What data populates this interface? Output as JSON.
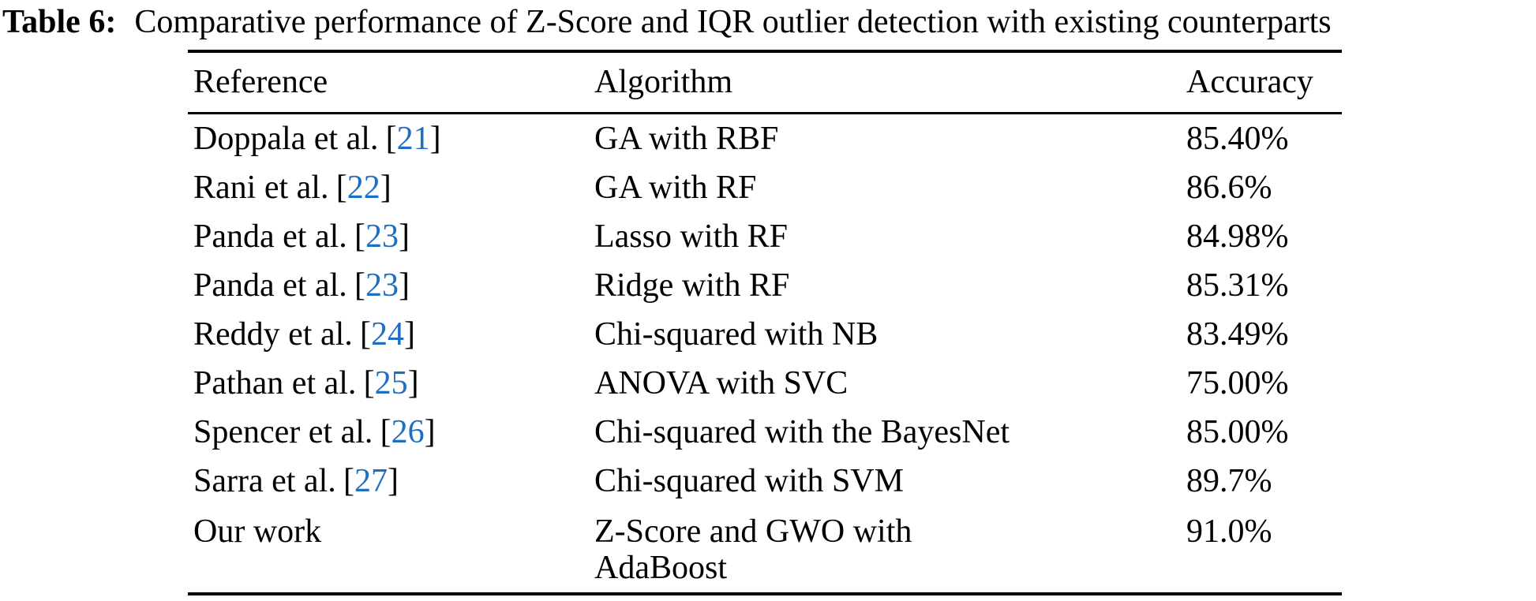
{
  "caption": {
    "label": "Table 6:",
    "text": "Comparative performance of Z-Score and IQR outlier detection with existing counterparts"
  },
  "colors": {
    "citation_blue": "#1e6ec3",
    "text": "#000000",
    "background": "#ffffff",
    "rule": "#000000"
  },
  "table": {
    "columns": [
      "Reference",
      "Algorithm",
      "Accuracy"
    ],
    "citation_brackets": {
      "open": "[",
      "close": "]"
    },
    "rows": [
      {
        "reference": "Doppala et al.",
        "citation": "21",
        "algorithm": "GA with RBF",
        "accuracy": "85.40%"
      },
      {
        "reference": "Rani et al.",
        "citation": "22",
        "algorithm": "GA with RF",
        "accuracy": "86.6%"
      },
      {
        "reference": "Panda et al.",
        "citation": "23",
        "algorithm": "Lasso with RF",
        "accuracy": "84.98%"
      },
      {
        "reference": "Panda et al.",
        "citation": "23",
        "algorithm": "Ridge with RF",
        "accuracy": "85.31%"
      },
      {
        "reference": "Reddy et al.",
        "citation": "24",
        "algorithm": "Chi-squared with NB",
        "accuracy": "83.49%"
      },
      {
        "reference": "Pathan et al.",
        "citation": "25",
        "algorithm": "ANOVA with SVC",
        "accuracy": "75.00%"
      },
      {
        "reference": "Spencer et al.",
        "citation": "26",
        "algorithm": "Chi-squared with the BayesNet",
        "accuracy": "85.00%"
      },
      {
        "reference": "Sarra et al.",
        "citation": "27",
        "algorithm": "Chi-squared with SVM",
        "accuracy": "89.7%"
      },
      {
        "reference": "Our work",
        "citation": null,
        "algorithm": "Z-Score and GWO with AdaBoost",
        "algorithm_line1": "Z-Score and GWO with",
        "algorithm_line2": "AdaBoost",
        "accuracy": "91.0%"
      }
    ]
  }
}
